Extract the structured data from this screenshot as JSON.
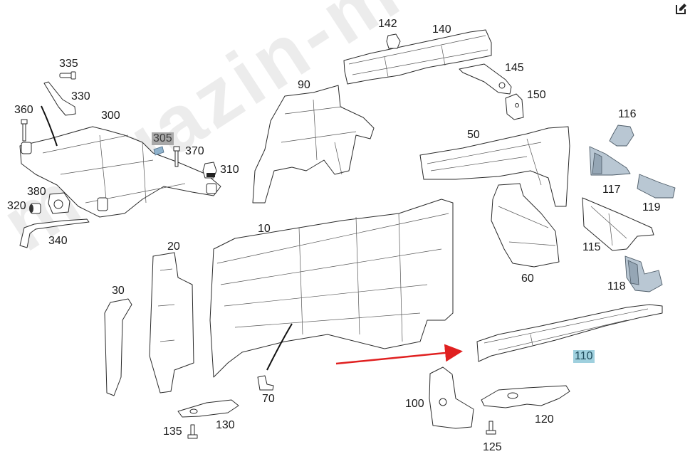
{
  "diagram": {
    "watermark": "magazin-mercedes.ru",
    "toolbar": {
      "edit_icon": "edit-pencil-icon"
    },
    "arrow": {
      "color": "#e02020",
      "points_to": "110"
    },
    "highlight_colors": {
      "gray": "#a9a9a9",
      "blue": "#9fd0de"
    },
    "callouts": {
      "c335": "335",
      "c330": "330",
      "c360": "360",
      "c300": "300",
      "c305": "305",
      "c370": "370",
      "c310": "310",
      "c380": "380",
      "c320": "320",
      "c340": "340",
      "c142": "142",
      "c140": "140",
      "c145": "145",
      "c150": "150",
      "c90": "90",
      "c50": "50",
      "c116": "116",
      "c117": "117",
      "c119": "119",
      "c115": "115",
      "c118": "118",
      "c10": "10",
      "c20": "20",
      "c30": "30",
      "c60": "60",
      "c70": "70",
      "c110": "110",
      "c100": "100",
      "c120": "120",
      "c125": "125",
      "c130": "130",
      "c135": "135"
    }
  }
}
